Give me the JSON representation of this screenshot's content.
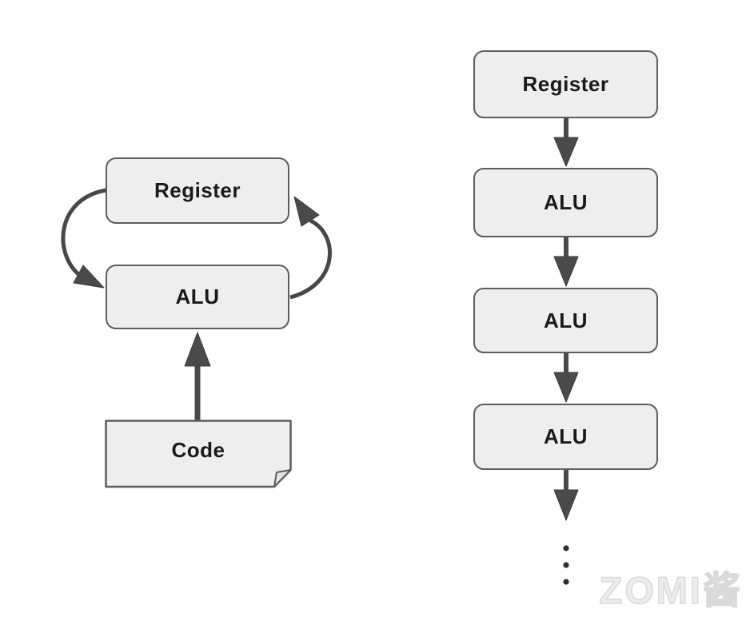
{
  "left_diagram": {
    "register": {
      "label": "Register"
    },
    "alu": {
      "label": "ALU"
    },
    "code": {
      "label": "Code"
    },
    "connectors": {
      "left_arc": "register-to-alu",
      "right_arc": "alu-to-register",
      "code_arrow": "code-to-alu"
    }
  },
  "right_diagram": {
    "register": {
      "label": "Register"
    },
    "alu_boxes": [
      {
        "label": "ALU"
      },
      {
        "label": "ALU"
      },
      {
        "label": "ALU"
      }
    ],
    "ellipsis_dots_count": 3
  },
  "watermark": "ZOMI酱",
  "colors": {
    "background": "#ffffff",
    "box_fill": "#eeeeee",
    "box_border": "#5c5c5c",
    "arrow": "#4a4a4a",
    "text": "#1a1a1a",
    "watermark": "#e2e2e2"
  }
}
